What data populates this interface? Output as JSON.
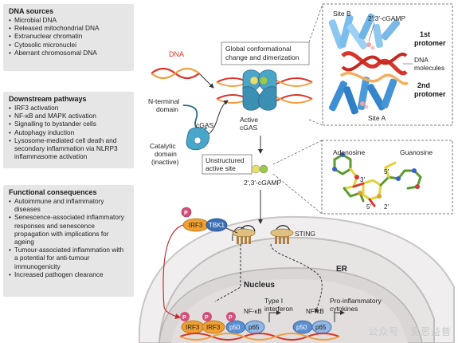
{
  "panels": {
    "sources": {
      "title": "DNA sources",
      "items": [
        "Microbial DNA",
        "Released mitochondrial DNA",
        "Extranuclear chromatin",
        "Cytosolic micronuclei",
        "Aberrant chromosomal DNA"
      ]
    },
    "pathways": {
      "title": "Downstream pathways",
      "items": [
        "IRF3 activation",
        "NF-κB and MAPK activation",
        "Signalling to bystander cells",
        "Autophagy induction",
        "Lysosome-mediated cell death and secondary inflammation via NLRP3 inflammasome activation"
      ]
    },
    "consequences": {
      "title": "Functional consequences",
      "items": [
        "Autoimmune and inflammatory diseases",
        "Senescence-associated inflammatory responses and senescence propagation with implications for ageing",
        "Tumour-associated inflammation with a potential for anti-tumour immunogenicity",
        "Increased pathogen clearance"
      ]
    }
  },
  "labels": {
    "dna": "DNA",
    "conformational_1": "Global conformational",
    "conformational_2": "change and dimerization",
    "active_1": "Active",
    "active_2": "cGAS",
    "n_terminal_1": "N-terminal",
    "n_terminal_2": "domain",
    "cgas": "cGAS",
    "catalytic_1": "Catalytic",
    "catalytic_2": "domain",
    "catalytic_3": "(inactive)",
    "unstructured_1": "Unstructured",
    "unstructured_2": "active site",
    "cgamp": "2′,3′-cGAMP",
    "sting": "STING",
    "er": "ER",
    "nucleus": "Nucleus",
    "irf3": "IRF3",
    "tbk1": "TBK1",
    "p": "P",
    "nfkb": "NF-κB",
    "p50": "p50",
    "p65": "p65",
    "type1_1": "Type I",
    "type1_2": "interferon",
    "proinfl_1": "Pro-inflammatory",
    "proinfl_2": "cytokines",
    "site_b": "Site B",
    "site_a": "Site A",
    "struct_cgamp": "2′,3′-cGAMP",
    "first_1": "1st",
    "first_2": "protomer",
    "second_1": "2nd",
    "second_2": "protomer",
    "dna_mol_1": "DNA",
    "dna_mol_2": "molecules",
    "adenosine": "Adenosine",
    "guanosine": "Guanosine",
    "l3": "3′",
    "l5a": "5′",
    "l5b": "5′",
    "l2": "2′"
  },
  "watermark": "公众号 · 爱思益普",
  "colors": {
    "dna_strand_red": "#d9342b",
    "dna_strand_orange": "#f0a040",
    "cgas_teal": "#4aa6c8",
    "cgas_dark": "#2c6a8e",
    "cgamp_green": "#9bc94a",
    "cgamp_yellow": "#e6df6a",
    "irf3_orange": "#f0a030",
    "tbk1_blue": "#3a6fb5",
    "p_pink": "#d4507a",
    "nfkb_blue": "#5b8fd0",
    "sting_brown": "#b08040",
    "panel_grey": "#e6e6e6",
    "protein_blue": "#5aa7e0",
    "arrow_red": "#c03030"
  }
}
